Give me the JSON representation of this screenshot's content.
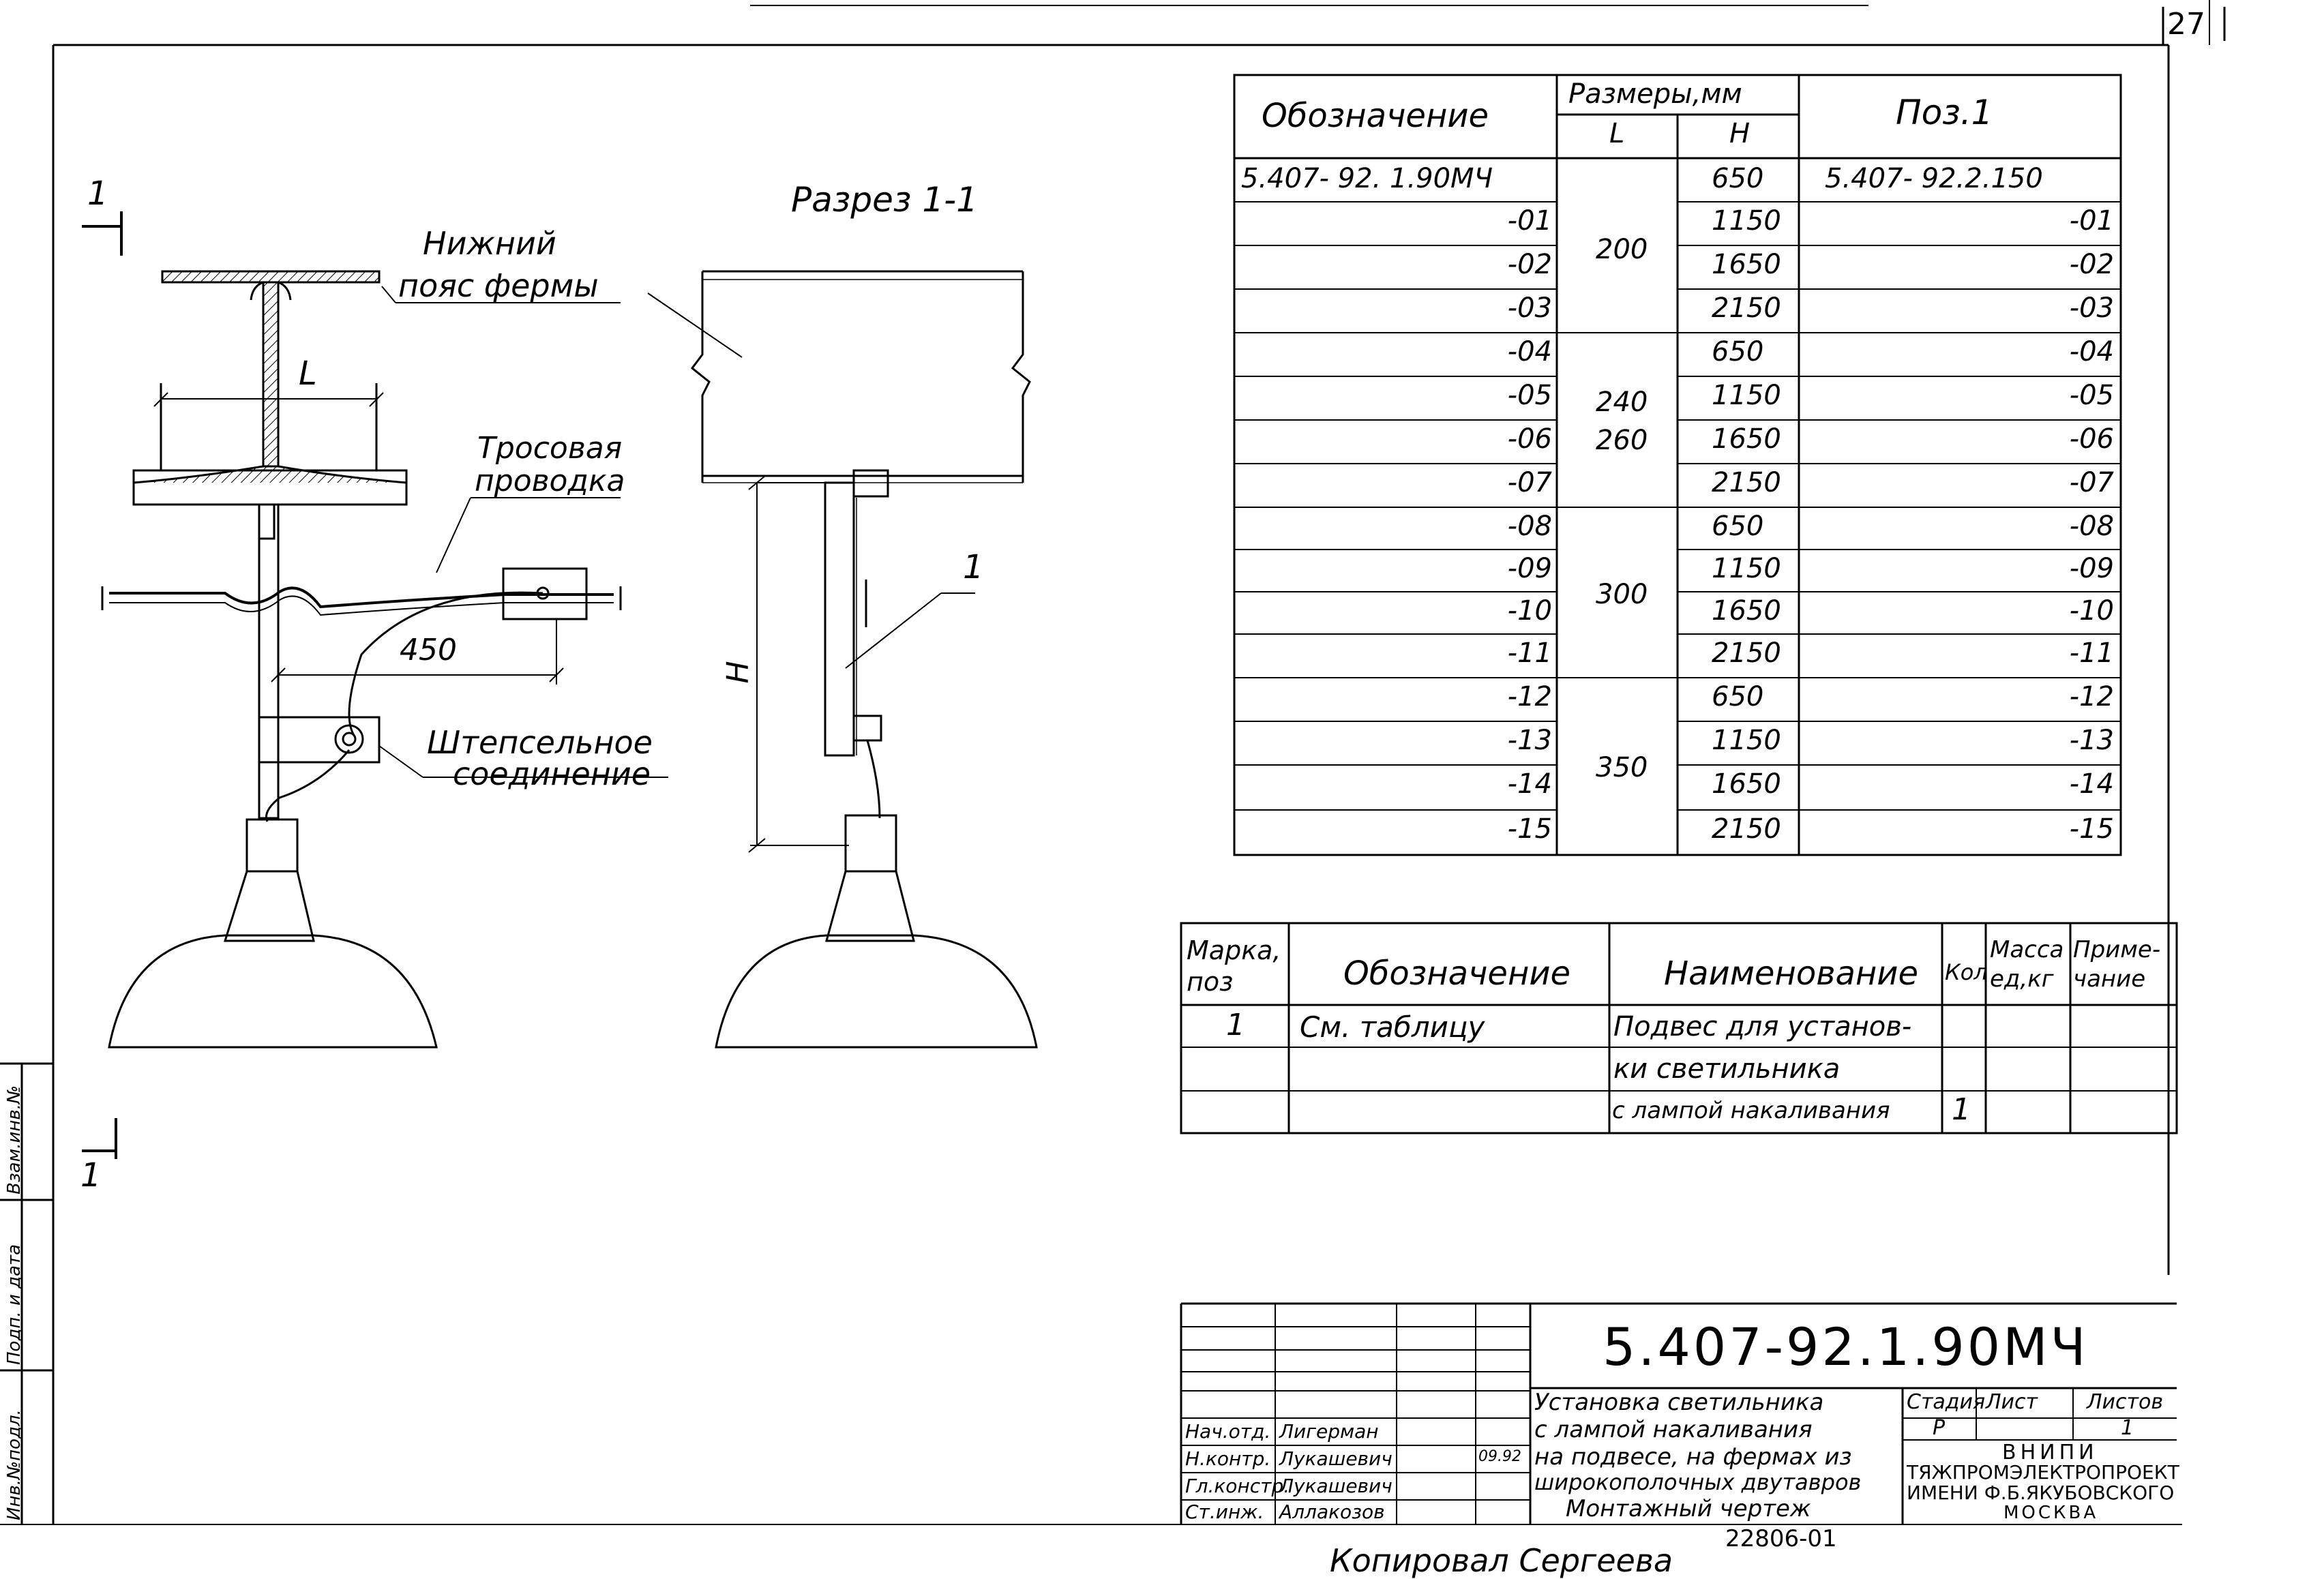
{
  "page": {
    "sheet_number": "27"
  },
  "drawing": {
    "section_title": "Разрез 1-1",
    "section_mark_top": "1",
    "section_mark_bottom": "1",
    "truss_label_line1": "Нижний",
    "truss_label_line2": "пояс фермы",
    "cable_label_line1": "Тросовая",
    "cable_label_line2": "проводка",
    "plug_label_line1": "Штепсельное",
    "plug_label_line2": "соединение",
    "dim_L": "L",
    "dim_450": "450",
    "dim_H": "H",
    "pos_marker": "1"
  },
  "size_table": {
    "header_designation": "Обозначение",
    "header_sizes": "Размеры,мм",
    "header_L": "L",
    "header_H": "H",
    "header_pos": "Поз.1",
    "rows": [
      {
        "designation": "5.407- 92. 1.90МЧ",
        "L": "200",
        "H": "650",
        "pos": "5.407- 92.2.150"
      },
      {
        "designation": "-01",
        "L": "",
        "H": "1150",
        "pos": "-01"
      },
      {
        "designation": "-02",
        "L": "",
        "H": "1650",
        "pos": "-02"
      },
      {
        "designation": "-03",
        "L": "",
        "H": "2150",
        "pos": "-03"
      },
      {
        "designation": "-04",
        "L": "240\n260",
        "H": "650",
        "pos": "-04"
      },
      {
        "designation": "-05",
        "L": "",
        "H": "1150",
        "pos": "-05"
      },
      {
        "designation": "-06",
        "L": "",
        "H": "1650",
        "pos": "-06"
      },
      {
        "designation": "-07",
        "L": "",
        "H": "2150",
        "pos": "-07"
      },
      {
        "designation": "-08",
        "L": "300",
        "H": "650",
        "pos": "-08"
      },
      {
        "designation": "-09",
        "L": "",
        "H": "1150",
        "pos": "-09"
      },
      {
        "designation": "-10",
        "L": "",
        "H": "1650",
        "pos": "-10"
      },
      {
        "designation": "-11",
        "L": "",
        "H": "2150",
        "pos": "-11"
      },
      {
        "designation": "-12",
        "L": "350",
        "H": "650",
        "pos": "-12"
      },
      {
        "designation": "-13",
        "L": "",
        "H": "1150",
        "pos": "-13"
      },
      {
        "designation": "-14",
        "L": "",
        "H": "1650",
        "pos": "-14"
      },
      {
        "designation": "-15",
        "L": "",
        "H": "2150",
        "pos": "-15"
      }
    ]
  },
  "spec_table": {
    "header_mark": "Марка, поз",
    "header_designation": "Обозначение",
    "header_name": "Наименование",
    "header_qty": "Кол",
    "header_mass": "Масса ед,кг",
    "header_note": "Приме- чание",
    "row_mark": "1",
    "row_designation": "См. таблицу",
    "row_name_line1": "Подвес для установ-",
    "row_name_line2": "ки светильника",
    "row_name_line3": "с лампой накаливания",
    "row_qty": "1"
  },
  "title_block": {
    "doc_code": "5.407-92.1.90МЧ",
    "title_line1": "Установка светильника",
    "title_line2": "с лампой накаливания",
    "title_line3": "на подвесе, на фермах из",
    "title_line4": "широкополочных двутавров",
    "title_line5": "Монтажный чертеж",
    "stage_label": "Стадия",
    "sheet_label": "Лист",
    "sheets_label": "Листов",
    "stage_value": "Р",
    "sheets_value": "1",
    "org_line1": "ВНИПИ",
    "org_line2": "ТЯЖПРОМЭЛЕКТРОПРОЕКТ",
    "org_line3": "ИМЕНИ Ф.Б.ЯКУБОВСКОГО",
    "org_line4": "МОСКВА",
    "signers": [
      {
        "role": "Нач.отд.",
        "name": "Лигерман",
        "date": ""
      },
      {
        "role": "Н.контр.",
        "name": "Лукашевич",
        "date": "09.92"
      },
      {
        "role": "Гл.констр.",
        "name": "Лукашевич",
        "date": ""
      },
      {
        "role": "Ст.инж.",
        "name": "Аллакозов",
        "date": ""
      }
    ],
    "archive_number": "22806-01"
  },
  "footer": {
    "copied_by": "Копировал   Сергеева"
  },
  "side_strip": {
    "cell1": "Взам.инв.№",
    "cell2": "Подп. и дата",
    "cell3": "Инв.№подл."
  }
}
